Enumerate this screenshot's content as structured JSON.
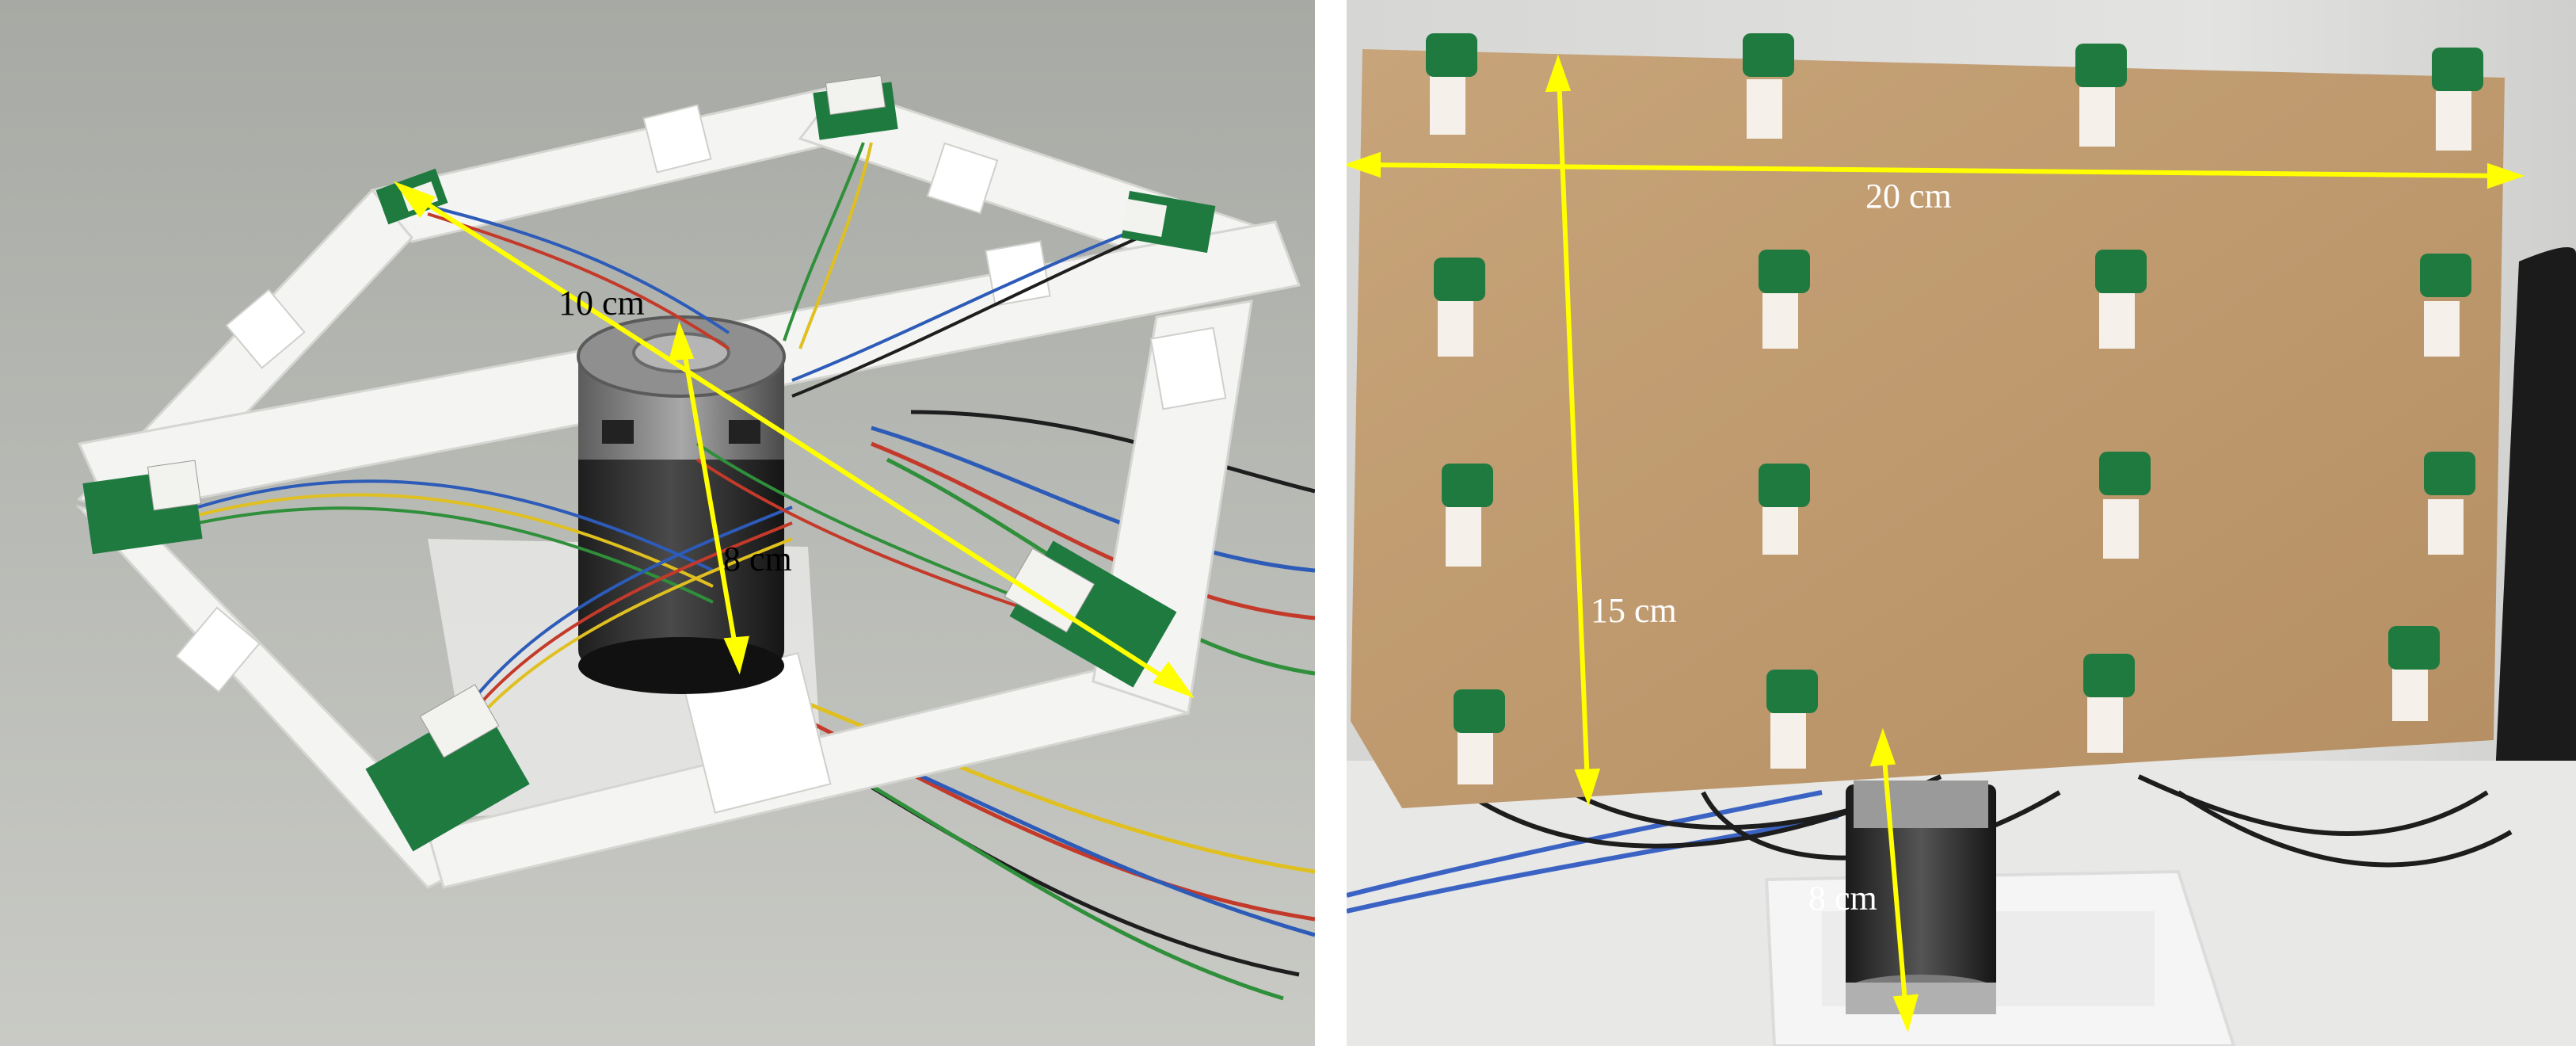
{
  "left_photo": {
    "labels": {
      "diagonal": "10 cm",
      "height": "8 cm"
    },
    "colors": {
      "arrow": "#ffff00",
      "label_text": "#000000"
    }
  },
  "right_photo": {
    "labels": {
      "width": "20 cm",
      "height": "15 cm",
      "motor": "8 cm"
    },
    "colors": {
      "arrow": "#ffff00",
      "label_text": "#ffffff"
    }
  }
}
